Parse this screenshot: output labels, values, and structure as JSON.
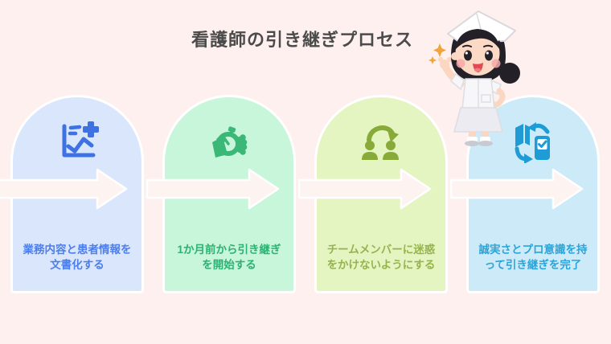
{
  "title": "看護師の引き継ぎプロセス",
  "palette": {
    "background": "#fdf0ee",
    "title_text": "#4b4b4b",
    "arrow_fill": "#fdf3f1",
    "arrow_stroke": "#ffffff",
    "card_border": "#ffffff"
  },
  "steps": [
    {
      "icon": "chart-plus-icon",
      "card_color": "#d9e6fc",
      "icon_color": "#3e72e2",
      "text_color": "#4d7ee9",
      "line1": "業務内容と患者情報を",
      "line2": "文書化する"
    },
    {
      "icon": "hand-stopwatch-icon",
      "card_color": "#c8f6da",
      "icon_color": "#3bb878",
      "text_color": "#2fb173",
      "line1": "1か月前から引き継ぎ",
      "line2": "を開始する"
    },
    {
      "icon": "people-handover-icon",
      "card_color": "#e4f5c2",
      "icon_color": "#87aa38",
      "text_color": "#95b44d",
      "line1": "チームメンバーに迷惑",
      "line2": "をかけないようにする"
    },
    {
      "icon": "book-phone-sync-icon",
      "card_color": "#cdeaf8",
      "icon_color": "#1f9cd5",
      "text_color": "#2aa5da",
      "line1": "誠実さとプロ意識を持",
      "line2": "って引き継ぎを完了"
    }
  ],
  "mascot": {
    "name": "nurse-character"
  }
}
